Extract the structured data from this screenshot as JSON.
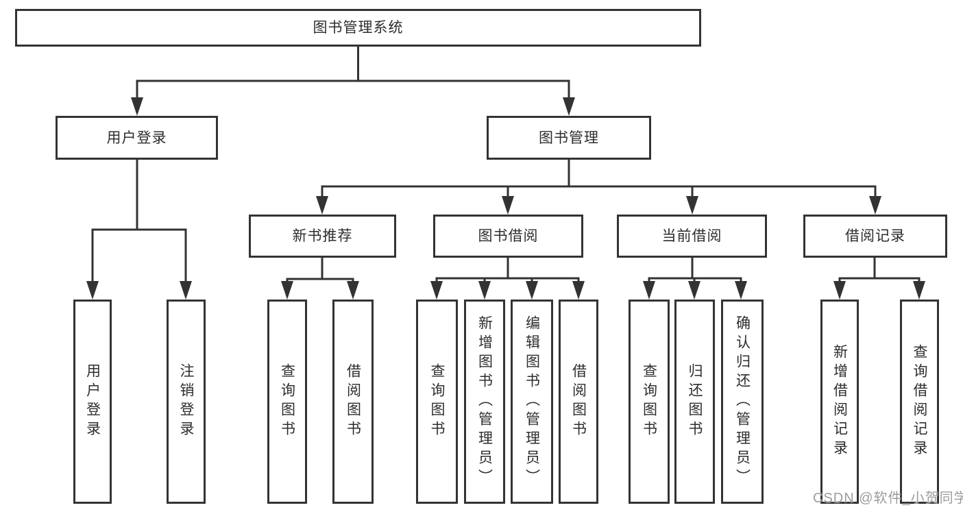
{
  "colors": {
    "line": "#333333",
    "border": "#333333",
    "fill": "#ffffff",
    "text": "#2d2d2d",
    "watermark": "#9c9c9c",
    "background": "#ffffff"
  },
  "nodes": {
    "root": "图书管理系统",
    "user_login": "用户登录",
    "book_mgmt": "图书管理",
    "new_book": "新书推荐",
    "book_borrow": "图书借阅",
    "current_borrow": "当前借阅",
    "borrow_records": "借阅记录"
  },
  "leaves": {
    "user": [
      "用户登录",
      "注销登录"
    ],
    "new_book": [
      "查询图书",
      "借阅图书"
    ],
    "book_borrow": [
      "查询图书",
      "新增图书（管理员）",
      "编辑图书（管理员）",
      "借阅图书"
    ],
    "current_borrow": [
      "查询图书",
      "归还图书",
      "确认归还（管理员）"
    ],
    "borrow_records": [
      "新增借阅记录",
      "查询借阅记录"
    ]
  },
  "watermark": "CSDN @软件_小贺同学"
}
